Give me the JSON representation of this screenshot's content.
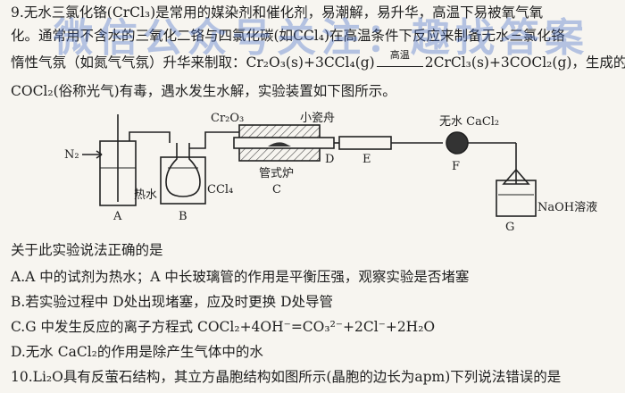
{
  "watermark": "微信公众号关注：趣找答案",
  "question9": {
    "line1": "9.无水三氯化铬(CrCl₃)是常用的媒染剂和催化剂，易潮解，易升华，高温下易被氧气氧",
    "line2": "化。通常用不含水的三氧化二铬与四氯化碳(如CCl₄)在高温条件下反应来制备无水三氯化铬",
    "line3_prefix": "惰性气氛（如氮气气氛）升华来制取：",
    "equation_left": "Cr₂O₃(s)+3CCl₄(g)",
    "equation_condition": "高温",
    "equation_right": "2CrCl₃(s)+3COCl₂(g)，生成的",
    "line4": "COCl₂(俗称光气)有毒，遇水发生水解，实验装置如下图所示。",
    "diagram": {
      "n2": "N₂",
      "cr2o3": "Cr₂O₃",
      "boat": "小瓷舟",
      "drying": "无水 CaCl₂",
      "hot_water": "热水",
      "ccl4": "CCl₄",
      "furnace": "管式炉",
      "naoh": "NaOH溶液",
      "A": "A",
      "B": "B",
      "C": "C",
      "D": "D",
      "E": "E",
      "F": "F",
      "G": "G"
    },
    "stem": "关于此实验说法正确的是",
    "options": [
      "A.A 中的试剂为热水；A 中长玻璃管的作用是平衡压强，观察实验是否堵塞",
      "B.若实验过程中 D处出现堵塞，应及时更换 D处导管",
      "C.G 中发生反应的离子方程式 COCl₂+4OH⁻=CO₃²⁻+2Cl⁻+2H₂O",
      "D.无水 CaCl₂的作用是除产生气体中的水"
    ]
  },
  "question10": "10.Li₂O具有反萤石结构，其立方晶胞结构如图所示(晶胞的边长为apm)下列说法错误的是"
}
